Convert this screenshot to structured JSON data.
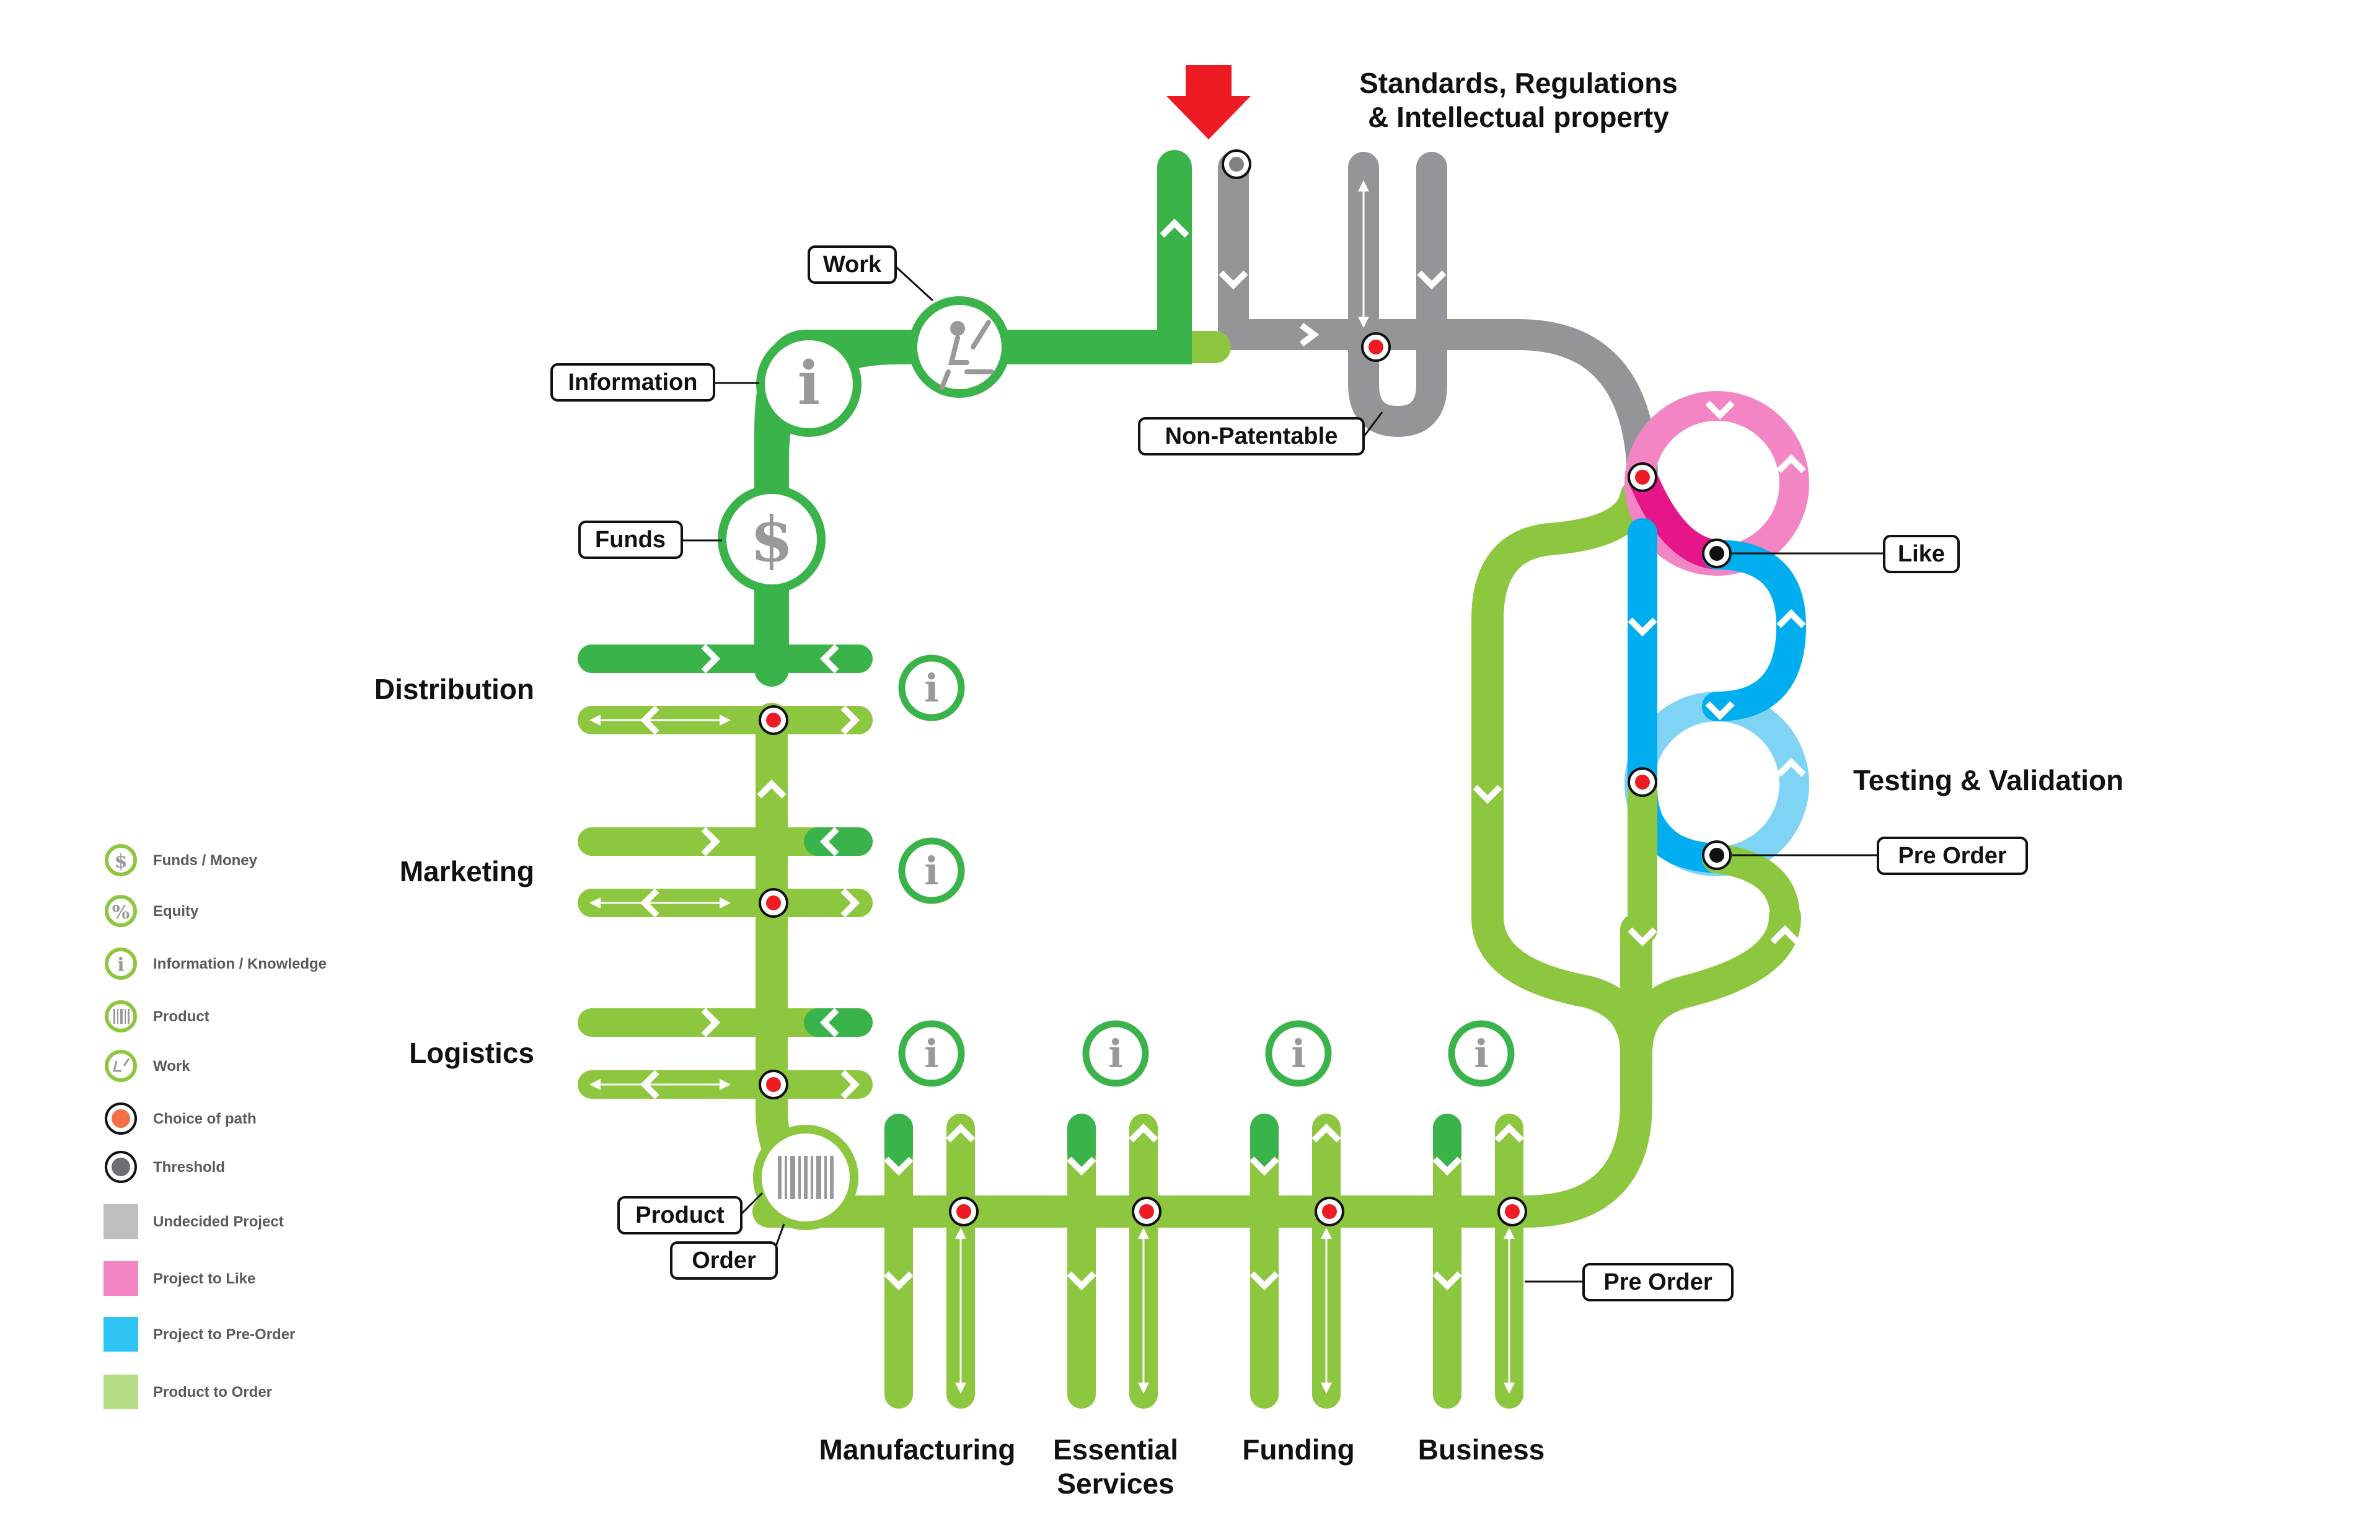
{
  "colors": {
    "dark_green": "#3ab34a",
    "light_green": "#8dc63f",
    "gray": "#939598",
    "pink": "#f385c4",
    "magenta": "#e5158a",
    "blue": "#00aeef",
    "light_blue": "#7fd4f5",
    "red": "#ed1c24",
    "choice": "#ec1c24",
    "legend_choice": "#f26f47"
  },
  "header": {
    "regulations_line1": "Standards, Regulations",
    "regulations_line2": "& Intellectual property"
  },
  "stations": {
    "work": "Work",
    "information": "Information",
    "funds": "Funds",
    "non_patentable": "Non-Patentable",
    "like": "Like",
    "pre_order_right": "Pre Order",
    "product": "Product",
    "order": "Order",
    "pre_order_bottom": "Pre Order"
  },
  "branches": {
    "distribution": "Distribution",
    "marketing": "Marketing",
    "logistics": "Logistics",
    "testing_validation": "Testing & Validation",
    "manufacturing": "Manufacturing",
    "essential_line1": "Essential",
    "essential_line2": "Services",
    "funding": "Funding",
    "business": "Business"
  },
  "icons": {
    "funds": "$",
    "information": "i",
    "equity": "%"
  },
  "legend": {
    "items": [
      {
        "label": "Funds / Money",
        "icon": "dollar-icon"
      },
      {
        "label": "Equity",
        "icon": "percent-icon"
      },
      {
        "label": "Information / Knowledge",
        "icon": "info-icon"
      },
      {
        "label": "Product",
        "icon": "barcode-icon"
      },
      {
        "label": "Work",
        "icon": "worker-icon"
      },
      {
        "label": "Choice of path",
        "icon": "choice-dot-icon"
      },
      {
        "label": "Threshold",
        "icon": "threshold-dot-icon"
      },
      {
        "label": "Undecided Project",
        "icon": "gray-swatch"
      },
      {
        "label": "Project to Like",
        "icon": "pink-swatch"
      },
      {
        "label": "Project to Pre-Order",
        "icon": "blue-swatch"
      },
      {
        "label": "Product to Order",
        "icon": "green-swatch"
      }
    ]
  }
}
